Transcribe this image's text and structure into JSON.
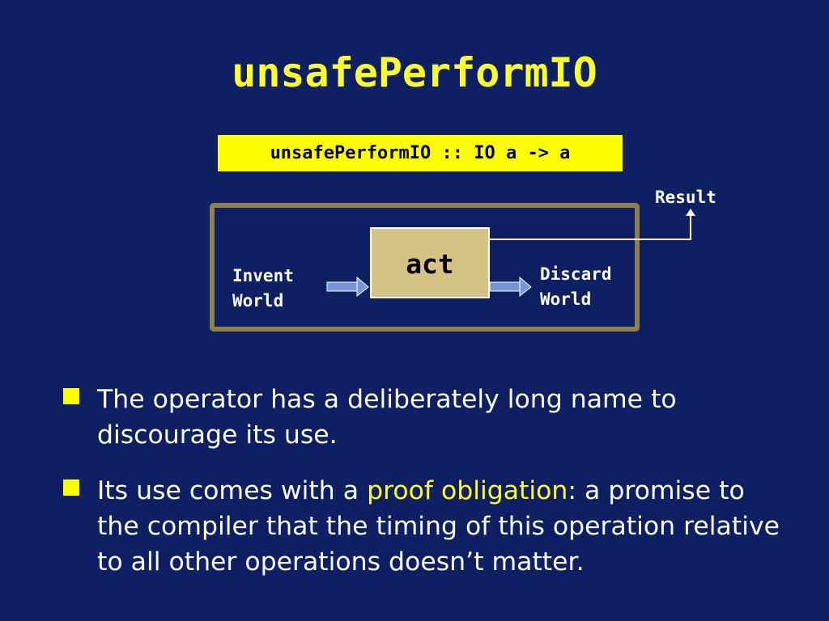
{
  "slide": {
    "title": "unsafePerformIO",
    "signature": "unsafePerformIO :: IO a -> a"
  },
  "diagram": {
    "input_label": "Invent\nWorld",
    "process_label": "act",
    "output_label": "Discard\nWorld",
    "result_label": "Result",
    "colors": {
      "frame": "#8f7f48",
      "process_fill": "#d4c384",
      "arrow": "#7597d7",
      "line": "#ffffff"
    }
  },
  "bullets": [
    {
      "text": "The operator has a deliberately long name to discourage its use."
    },
    {
      "before": "Its use comes with a ",
      "highlight": "proof obligation",
      "after": ": a promise to the compiler that the timing of this operation relative to all other operations doesn’t matter."
    }
  ],
  "colors": {
    "background": "#0f1f63",
    "accent": "#ffff2e",
    "text": "#ffffff"
  }
}
